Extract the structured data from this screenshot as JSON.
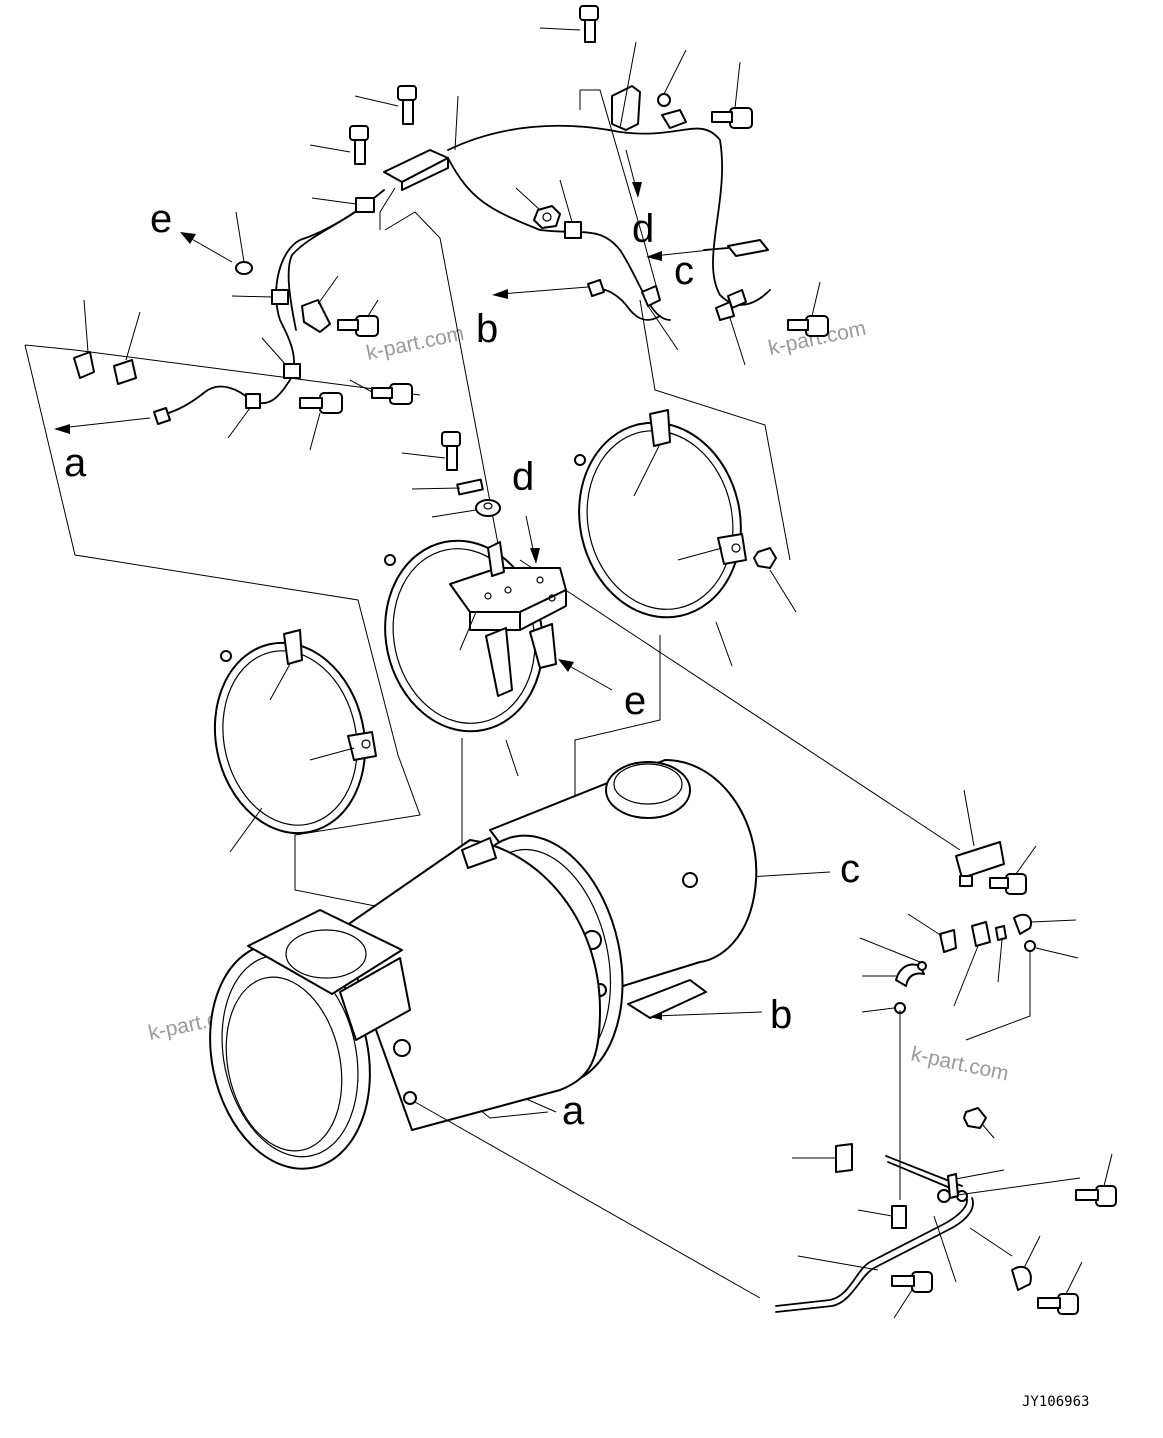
{
  "diagram": {
    "reference_labels": [
      "a",
      "b",
      "c",
      "d",
      "e"
    ],
    "watermark": "k-part.com",
    "drawing_code": "JY106963"
  }
}
